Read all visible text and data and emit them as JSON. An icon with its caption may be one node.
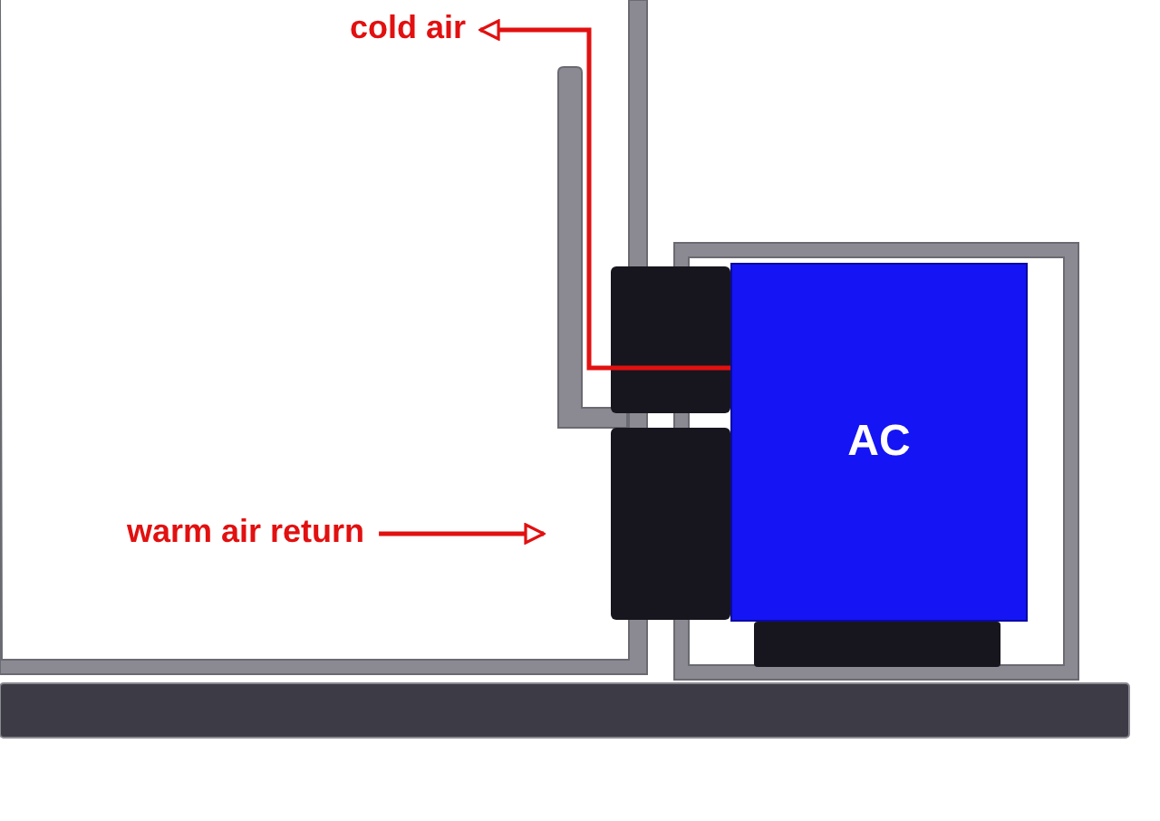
{
  "diagram": {
    "nodes": [
      {
        "text": [
          "cold air"
        ]
      },
      {
        "text": [
          "warm air return"
        ]
      },
      {
        "text": [
          "AC"
        ]
      }
    ],
    "edges": [
      {
        "from": 2,
        "to": 0,
        "arrow": "to"
      },
      {
        "from": 1,
        "to": null,
        "arrow": "to"
      }
    ]
  }
}
